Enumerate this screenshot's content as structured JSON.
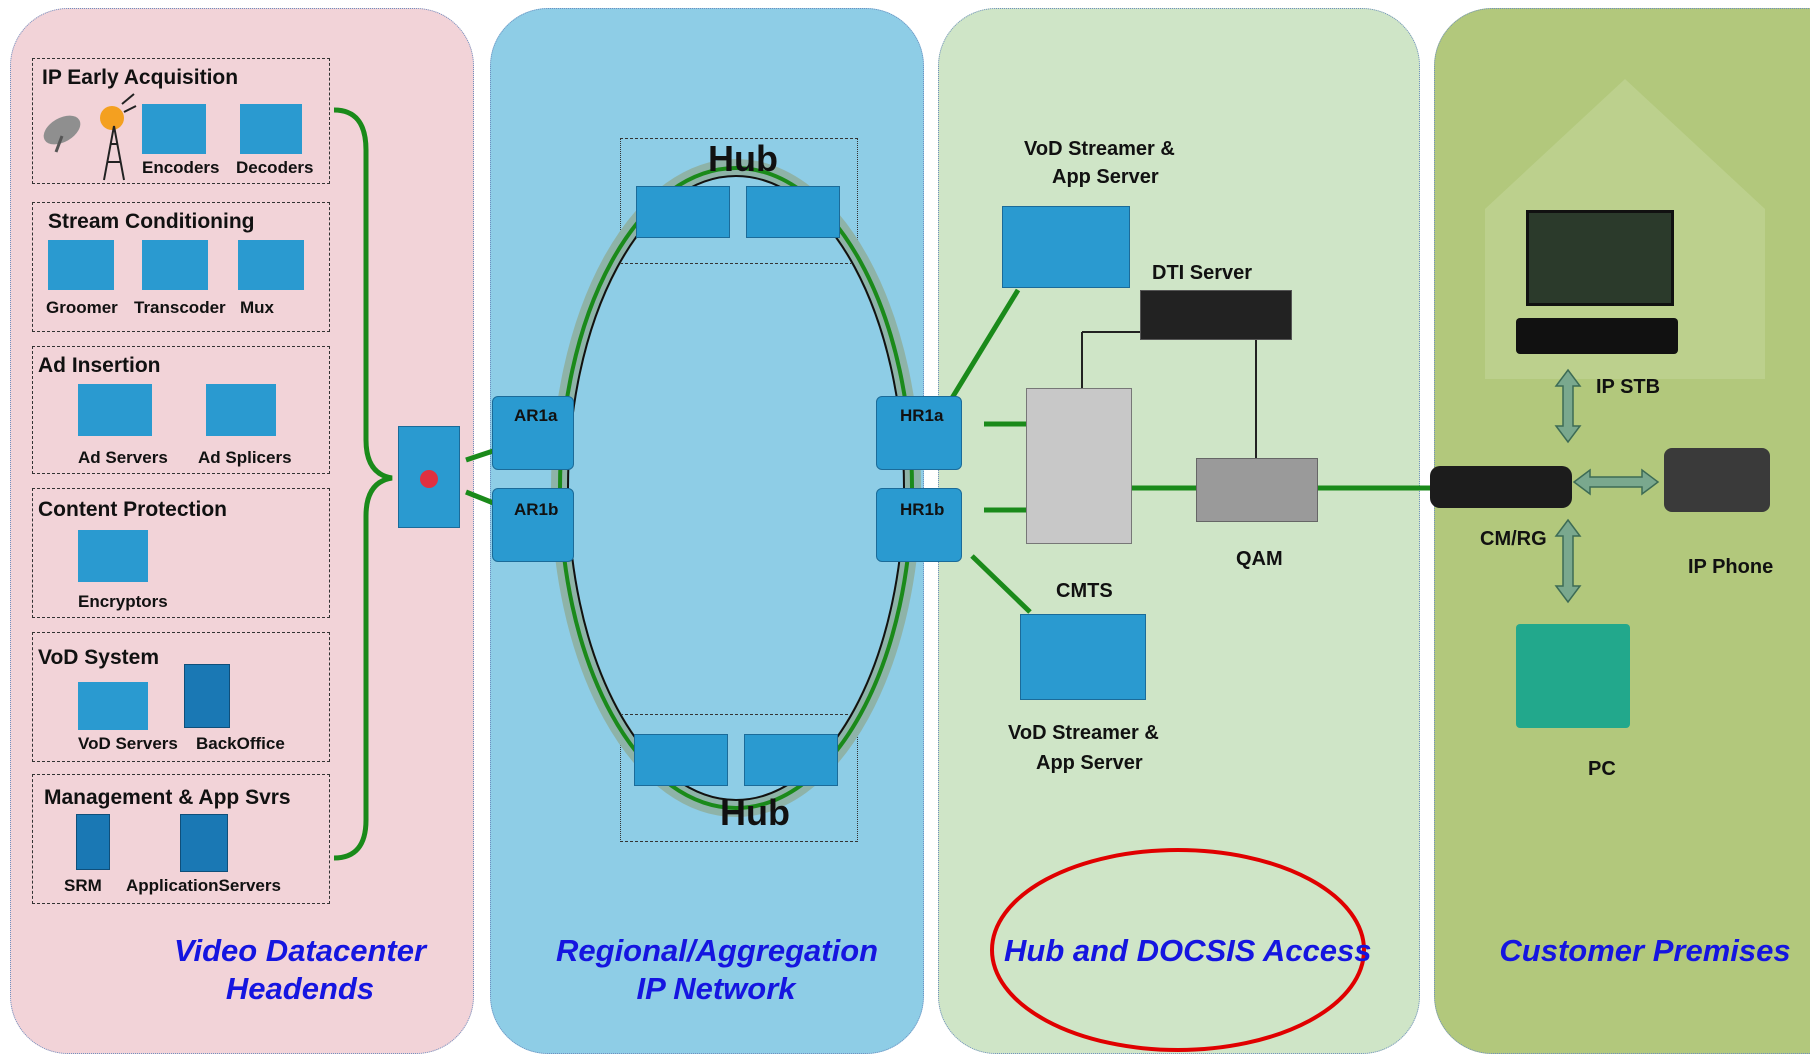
{
  "headend": {
    "groups": [
      {
        "title": "IP Early Acquisition",
        "items": [
          "Encoders",
          "Decoders"
        ]
      },
      {
        "title": "Stream Conditioning",
        "items": [
          "Groomer",
          "Transcoder",
          "Mux"
        ]
      },
      {
        "title": "Ad Insertion",
        "items": [
          "Ad Servers",
          "Ad Splicers"
        ]
      },
      {
        "title": "Content Protection",
        "items": [
          "Encryptors"
        ]
      },
      {
        "title": "VoD System",
        "items": [
          "VoD Servers",
          "BackOffice"
        ]
      },
      {
        "title": "Management & App Svrs",
        "items": [
          "SRM",
          "ApplicationServers"
        ]
      }
    ],
    "caption_line1": "Video Datacenter",
    "caption_line2": "Headends"
  },
  "regional": {
    "hub_top": "Hub",
    "hub_bottom": "Hub",
    "routers": [
      "AR1a",
      "AR1b",
      "HR1a",
      "HR1b"
    ],
    "caption_line1": "Regional/Aggregation",
    "caption_line2": "IP Network"
  },
  "access": {
    "vod_top_line1": "VoD Streamer &",
    "vod_top_line2": "App Server",
    "dti": "DTI Server",
    "cmts": "CMTS",
    "qam": "QAM",
    "vod_bottom_line1": "VoD Streamer &",
    "vod_bottom_line2": "App Server",
    "caption": "Hub and DOCSIS Access"
  },
  "premises": {
    "stb": "IP STB",
    "cmrg": "CM/RG",
    "phone": "IP Phone",
    "pc": "PC",
    "caption": "Customer Premises"
  },
  "colors": {
    "link": "#1a8a1a",
    "highlight": "#e00000",
    "caption": "#1515e0"
  }
}
